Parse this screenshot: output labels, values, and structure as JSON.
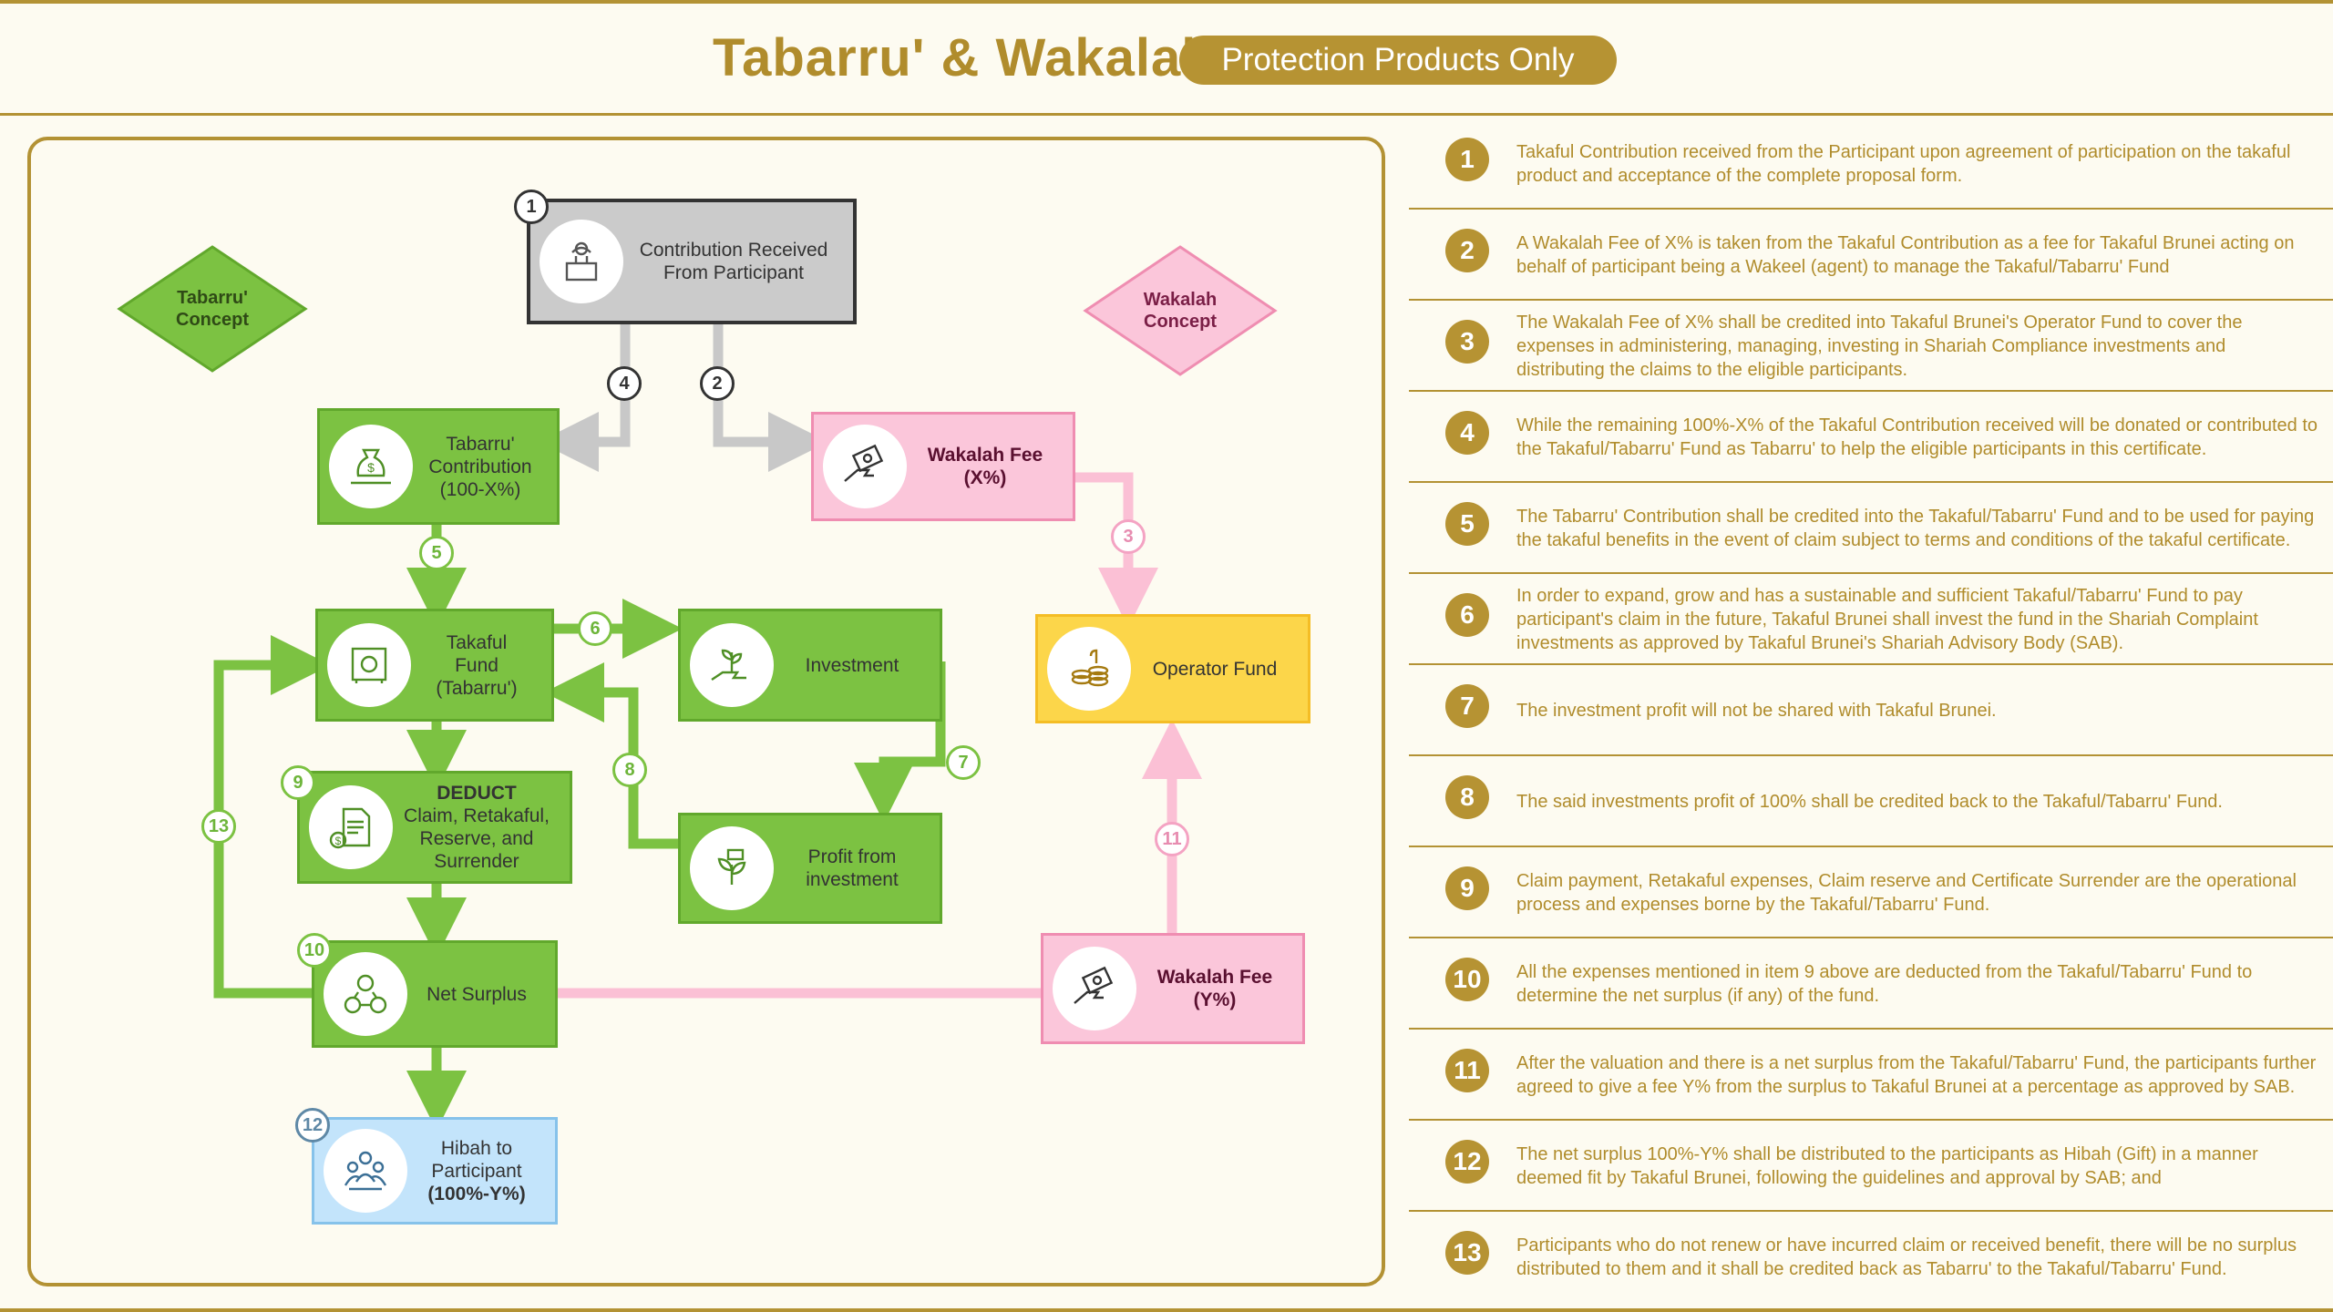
{
  "header": {
    "title": "Tabarru' & Wakalah",
    "badge": "Protection Products Only"
  },
  "concepts": {
    "tabarru": "Tabarru'\nConcept",
    "wakalah": "Wakalah\nConcept"
  },
  "nodes": {
    "contribution": "Contribution Received\nFrom Participant",
    "tabarru_contribution": "Tabarru'\nContribution\n(100-X%)",
    "wakalah_fee_x": "Wakalah Fee\n(X%)",
    "takaful_fund": "Takaful\nFund\n(Tabarru')",
    "investment": "Investment",
    "operator_fund": "Operator Fund",
    "deduct_title": "DEDUCT",
    "deduct_body": "Claim, Retakaful,\nReserve, and\nSurrender",
    "profit": "Profit from\ninvestment",
    "net_surplus": "Net Surplus",
    "wakalah_fee_y": "Wakalah Fee\n(Y%)",
    "hibah_label": "Hibah to\nParticipant",
    "hibah_pct": "(100%-Y%)"
  },
  "badges": [
    "1",
    "2",
    "3",
    "4",
    "5",
    "6",
    "7",
    "8",
    "9",
    "10",
    "11",
    "12",
    "13"
  ],
  "steps": [
    {
      "num": "1",
      "text": "Takaful Contribution received from the Participant upon agreement of participation on the takaful product and acceptance of the complete proposal form."
    },
    {
      "num": "2",
      "text": "A Wakalah Fee of X% is taken from the Takaful Contribution as a fee for Takaful Brunei acting on behalf of participant being a Wakeel (agent) to manage the Takaful/Tabarru' Fund"
    },
    {
      "num": "3",
      "text": "The Wakalah Fee of X% shall be credited into Takaful Brunei's Operator Fund to cover the expenses in administering, managing, investing in Shariah Compliance investments and distributing the claims to the eligible participants."
    },
    {
      "num": "4",
      "text": "While the remaining 100%-X% of the Takaful Contribution received will be donated or contributed to the Takaful/Tabarru' Fund as Tabarru' to help the eligible participants in this certificate."
    },
    {
      "num": "5",
      "text": "The Tabarru' Contribution shall be credited into the Takaful/Tabarru' Fund and to be used for paying the takaful benefits in the event of claim subject to terms and conditions of the takaful certificate."
    },
    {
      "num": "6",
      "text": "In order to expand, grow and has a sustainable and sufficient Takaful/Tabarru' Fund to pay participant's claim in the future, Takaful Brunei shall invest the fund in the Shariah Complaint investments as approved by Takaful Brunei's Shariah Advisory Body (SAB)."
    },
    {
      "num": "7",
      "text": "The investment profit will not be shared with Takaful Brunei."
    },
    {
      "num": "8",
      "text": "The said investments profit of 100% shall be credited back to the Takaful/Tabarru' Fund."
    },
    {
      "num": "9",
      "text": "Claim payment, Retakaful expenses, Claim reserve and Certificate Surrender are the operational process and expenses borne by the Takaful/Tabarru' Fund."
    },
    {
      "num": "10",
      "text": "All the expenses mentioned in item 9 above are deducted from the Takaful/Tabarru' Fund to determine the net surplus (if any) of the fund."
    },
    {
      "num": "11",
      "text": "After the valuation and there is a net surplus from the Takaful/Tabarru' Fund, the participants further agreed to give a fee Y% from the surplus to Takaful Brunei at a percentage as approved by SAB."
    },
    {
      "num": "12",
      "text": "The net surplus 100%-Y% shall be distributed to the participants as Hibah (Gift) in a manner deemed fit by Takaful Brunei, following the guidelines and approval by SAB; and"
    },
    {
      "num": "13",
      "text": "Participants who do not renew or have incurred claim or received benefit, there will be no surplus distributed to them and it shall be credited back as Tabarru' to the Takaful/Tabarru' Fund."
    }
  ],
  "colors": {
    "gold": "#b39234",
    "green": "#7cc242",
    "pink": "#fbc6da",
    "yellow": "#fcd64a",
    "blue": "#c3e4fb",
    "gray": "#cbcbcb"
  }
}
